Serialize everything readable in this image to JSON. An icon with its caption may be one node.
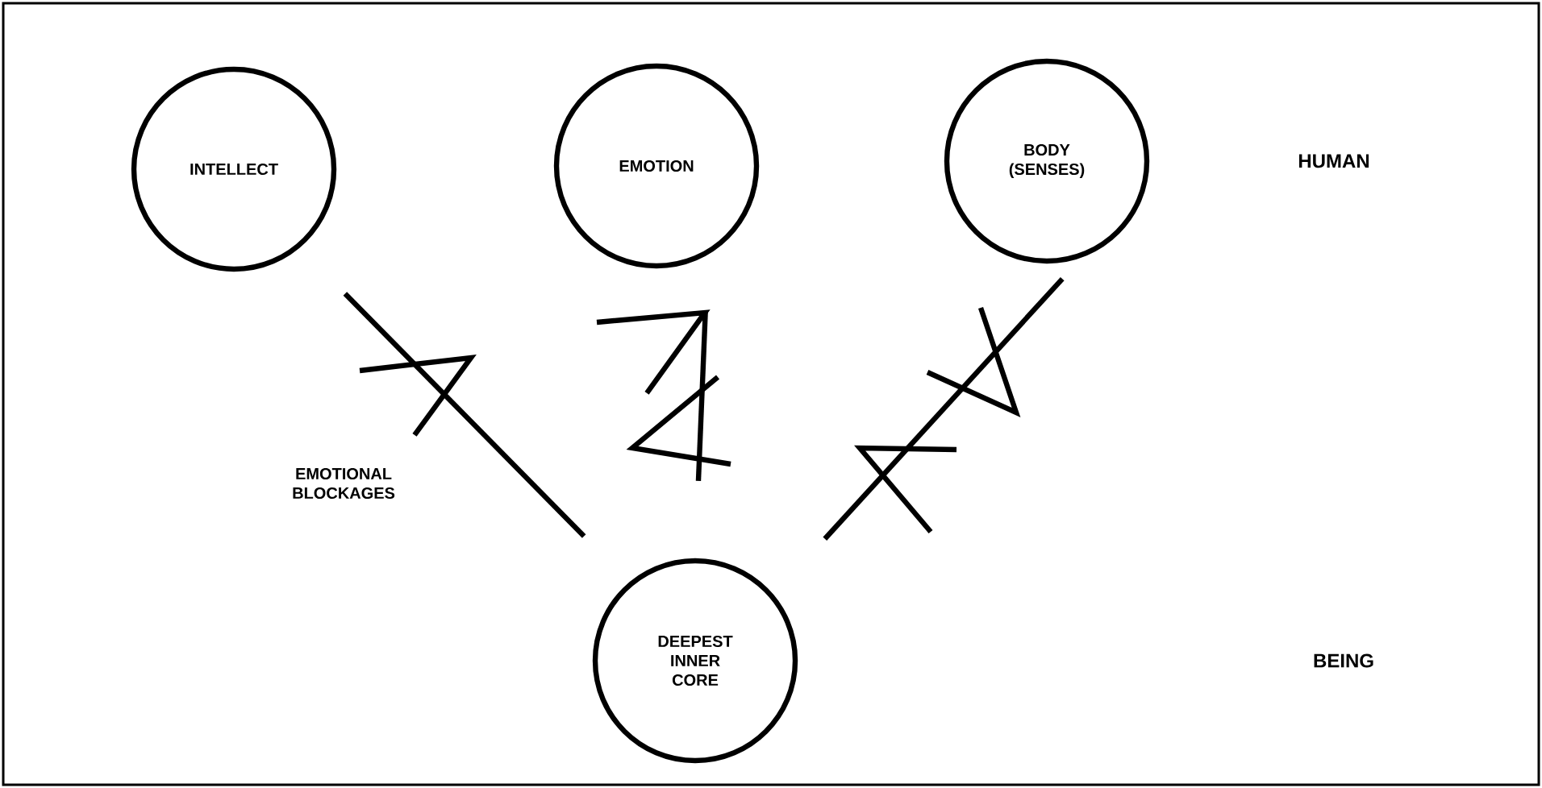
{
  "diagram": {
    "nodes": [
      {
        "text": [
          "INTELLECT"
        ]
      },
      {
        "text": [
          "EMOTION"
        ]
      },
      {
        "text": [
          "BODY (SENSES)"
        ]
      },
      {
        "text": [
          "DEEPEST INNER CORE"
        ]
      }
    ],
    "edges": [
      {
        "from": 0,
        "to": 3,
        "arrow": "none"
      },
      {
        "from": 1,
        "to": 3,
        "arrow": "none"
      },
      {
        "from": 2,
        "to": 3,
        "arrow": "none"
      }
    ],
    "labels": [
      "EMOTIONAL BLOCKAGES",
      "HUMAN",
      "BEING"
    ]
  }
}
